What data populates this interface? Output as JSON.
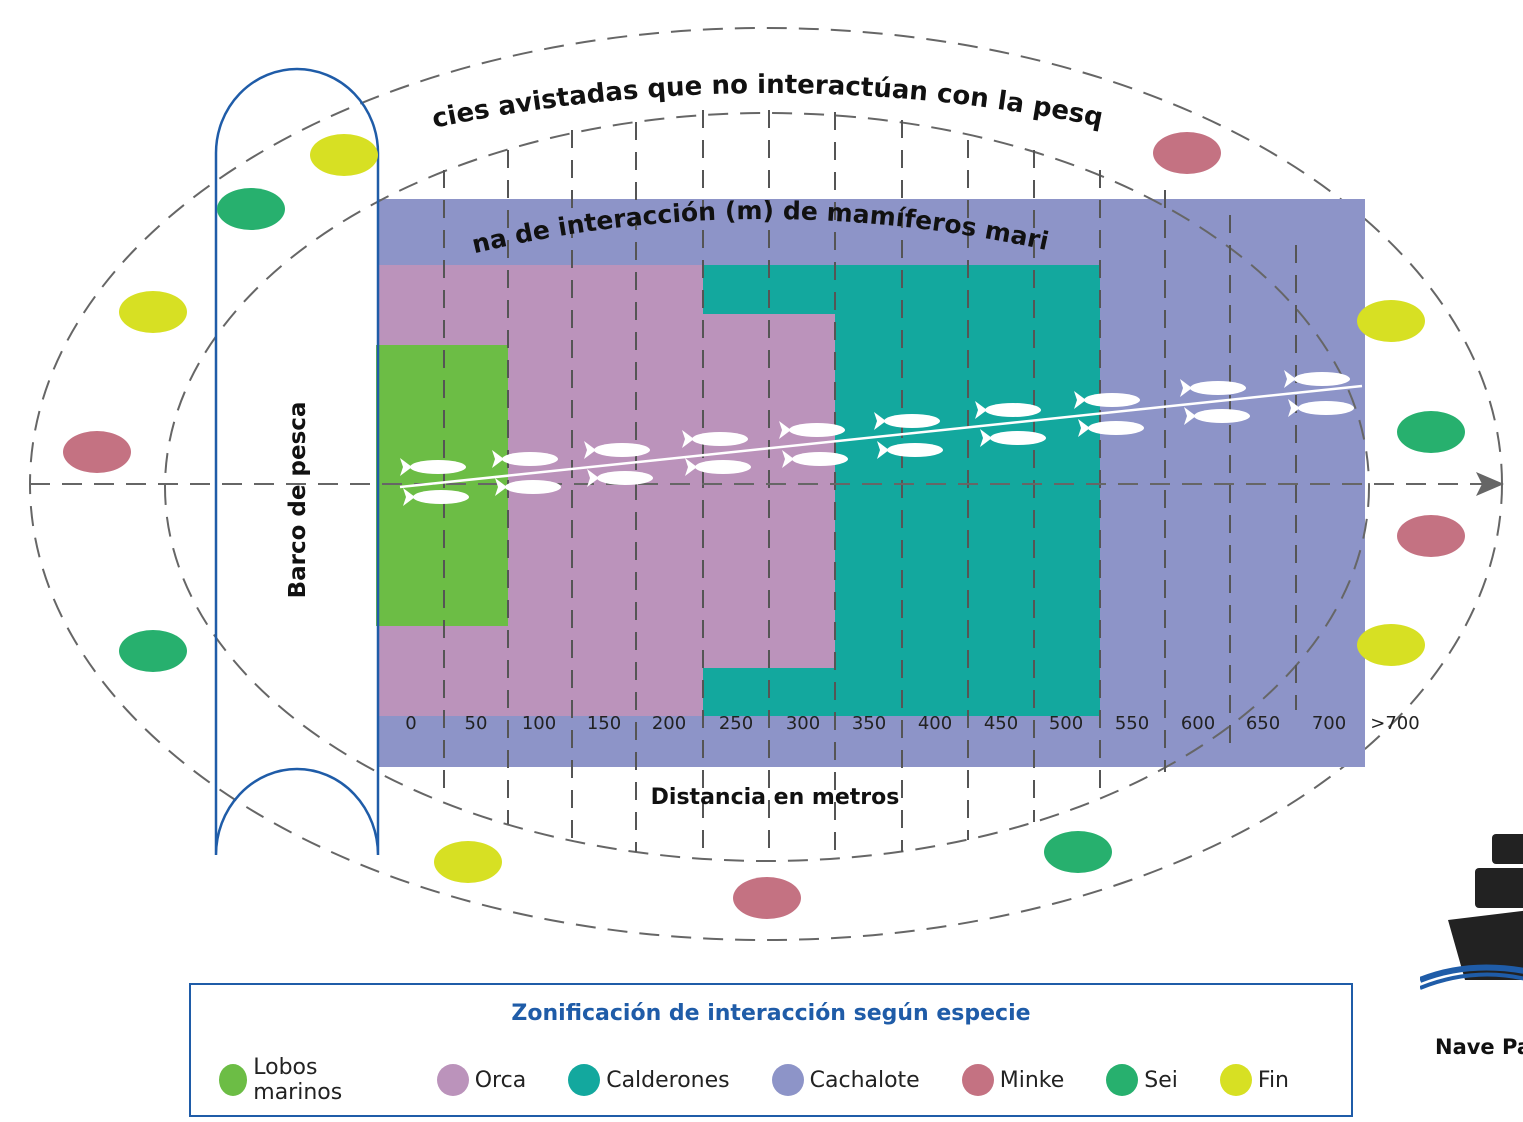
{
  "title_outer": "Especies avistadas que no interactúan con la pesquería",
  "title_inner": "Zona de interacción (m) de mamíferos marinos",
  "vessel_label": "Barco de pesca",
  "axis_label": "Distancia en metros",
  "ticks": [
    "0",
    "50",
    "100",
    "150",
    "200",
    "250",
    "300",
    "350",
    "400",
    "450",
    "500",
    "550",
    "600",
    "650",
    "700",
    ">700"
  ],
  "legend": {
    "title": "Zonificación de interacción según especie",
    "items": [
      {
        "label": "Lobos marinos",
        "color": "#6cbd45"
      },
      {
        "label": "Orca",
        "color": "#bb93bb"
      },
      {
        "label": "Calderones",
        "color": "#13a89e"
      },
      {
        "label": "Cachalote",
        "color": "#8d94c8"
      },
      {
        "label": "Minke",
        "color": "#c47282"
      },
      {
        "label": "Sei",
        "color": "#27b06e"
      },
      {
        "label": "Fin",
        "color": "#d7e023"
      }
    ]
  },
  "brand": {
    "name": "Nave Pa",
    "icon": "ship-icon"
  },
  "colors": {
    "border_blue": "#1f5ca8",
    "dash_gray": "#666666"
  }
}
